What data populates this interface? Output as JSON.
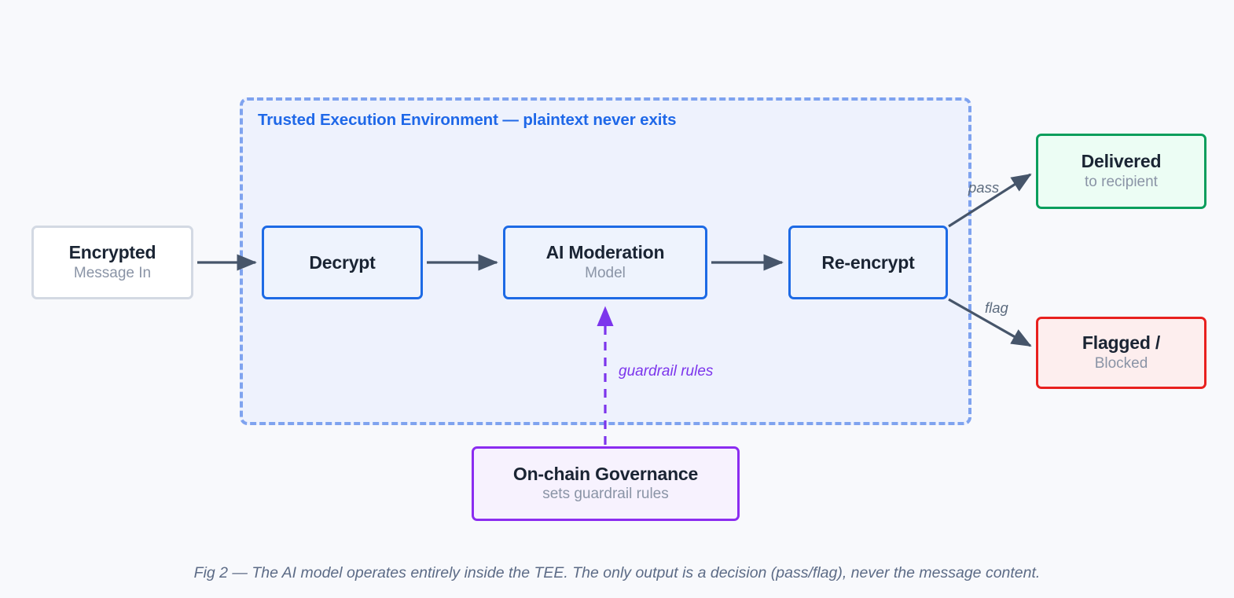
{
  "figure": {
    "caption": "Fig 2 — The AI model operates entirely inside the TEE. The only output is a decision (pass/flag), never the message content.",
    "background_color": "#f8f9fc"
  },
  "tee": {
    "title": "Trusted Execution Environment — plaintext never exits",
    "border_color": "#7fa3ef",
    "fill_color": "#eef2fd",
    "title_color": "#1f68e8"
  },
  "nodes": [
    {
      "id": "encrypted",
      "title": "Encrypted",
      "subtitle": "Message In",
      "border_color": "#d3d9e3",
      "fill_color": "#ffffff",
      "inside_tee": false
    },
    {
      "id": "decrypt",
      "title": "Decrypt",
      "subtitle": "",
      "border_color": "#1d6ae5",
      "fill_color": "#eef3fd",
      "inside_tee": true
    },
    {
      "id": "moderation",
      "title": "AI Moderation",
      "subtitle": "Model",
      "border_color": "#1d6ae5",
      "fill_color": "#eef3fd",
      "inside_tee": true
    },
    {
      "id": "reencrypt",
      "title": "Re-encrypt",
      "subtitle": "",
      "border_color": "#1d6ae5",
      "fill_color": "#eef3fd",
      "inside_tee": true
    },
    {
      "id": "delivered",
      "title": "Delivered",
      "subtitle": "to recipient",
      "border_color": "#0a9e5c",
      "fill_color": "#ecfdf4",
      "inside_tee": false
    },
    {
      "id": "flagged",
      "title": "Flagged /",
      "subtitle": "Blocked",
      "border_color": "#e8201e",
      "fill_color": "#fdeeee",
      "inside_tee": false
    },
    {
      "id": "governance",
      "title": "On-chain Governance",
      "subtitle": "sets guardrail rules",
      "border_color": "#8b2df0",
      "fill_color": "#f7f2fe",
      "inside_tee": false
    }
  ],
  "edges": [
    {
      "id": "encrypted-decrypt",
      "from": "encrypted",
      "to": "decrypt",
      "label": "",
      "style": "solid",
      "color": "#46556a"
    },
    {
      "id": "decrypt-moderation",
      "from": "decrypt",
      "to": "moderation",
      "label": "",
      "style": "solid",
      "color": "#46556a"
    },
    {
      "id": "moderation-reencrypt",
      "from": "moderation",
      "to": "reencrypt",
      "label": "",
      "style": "solid",
      "color": "#46556a"
    },
    {
      "id": "reencrypt-delivered",
      "from": "reencrypt",
      "to": "delivered",
      "label": "pass",
      "style": "solid",
      "color": "#46556a"
    },
    {
      "id": "reencrypt-flagged",
      "from": "reencrypt",
      "to": "flagged",
      "label": "flag",
      "style": "solid",
      "color": "#46556a"
    },
    {
      "id": "governance-moderation",
      "from": "governance",
      "to": "moderation",
      "label": "guardrail rules",
      "style": "dashed",
      "color": "#7c35ec"
    }
  ]
}
